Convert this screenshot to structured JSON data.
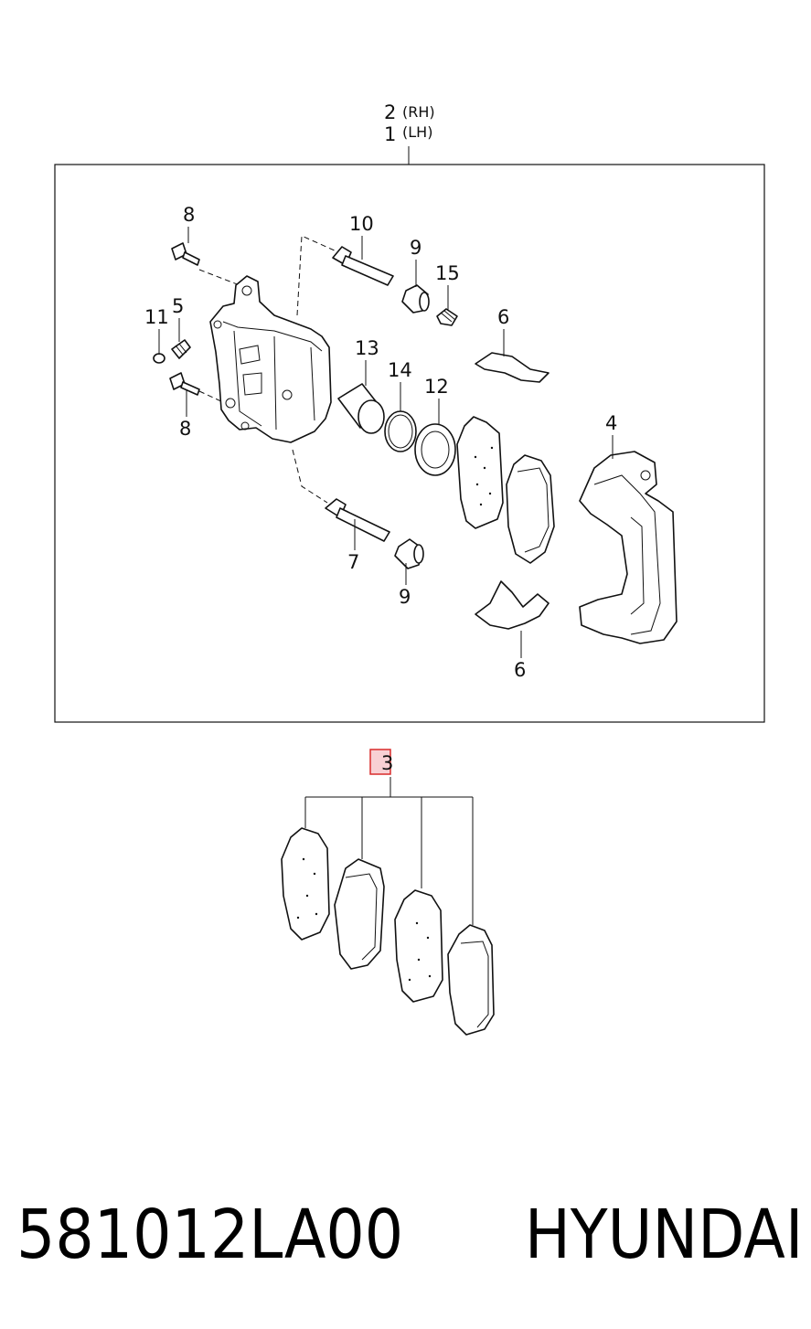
{
  "labels": {
    "assembly_rh": "2",
    "assembly_rh_side": "(RH)",
    "assembly_lh": "1",
    "assembly_lh_side": "(LH)",
    "bolt_upper": "8",
    "guide_pin_upper": "10",
    "boot_upper": "9",
    "bleeder_cap": "15",
    "bleeder_screw": "5",
    "cap_small": "11",
    "clip_upper": "6",
    "piston": "13",
    "piston_seal": "14",
    "piston_boot": "12",
    "carrier": "4",
    "bolt_lower": "8",
    "guide_pin_lower": "7",
    "boot_lower": "9",
    "clip_lower": "6",
    "pad_kit": "3"
  },
  "footer": {
    "part_number": "581012LA00",
    "brand": "HYUNDAI"
  },
  "colors": {
    "line": "#111111",
    "highlight_fill": "#f8d0d4",
    "highlight_stroke": "#d92b2b"
  }
}
